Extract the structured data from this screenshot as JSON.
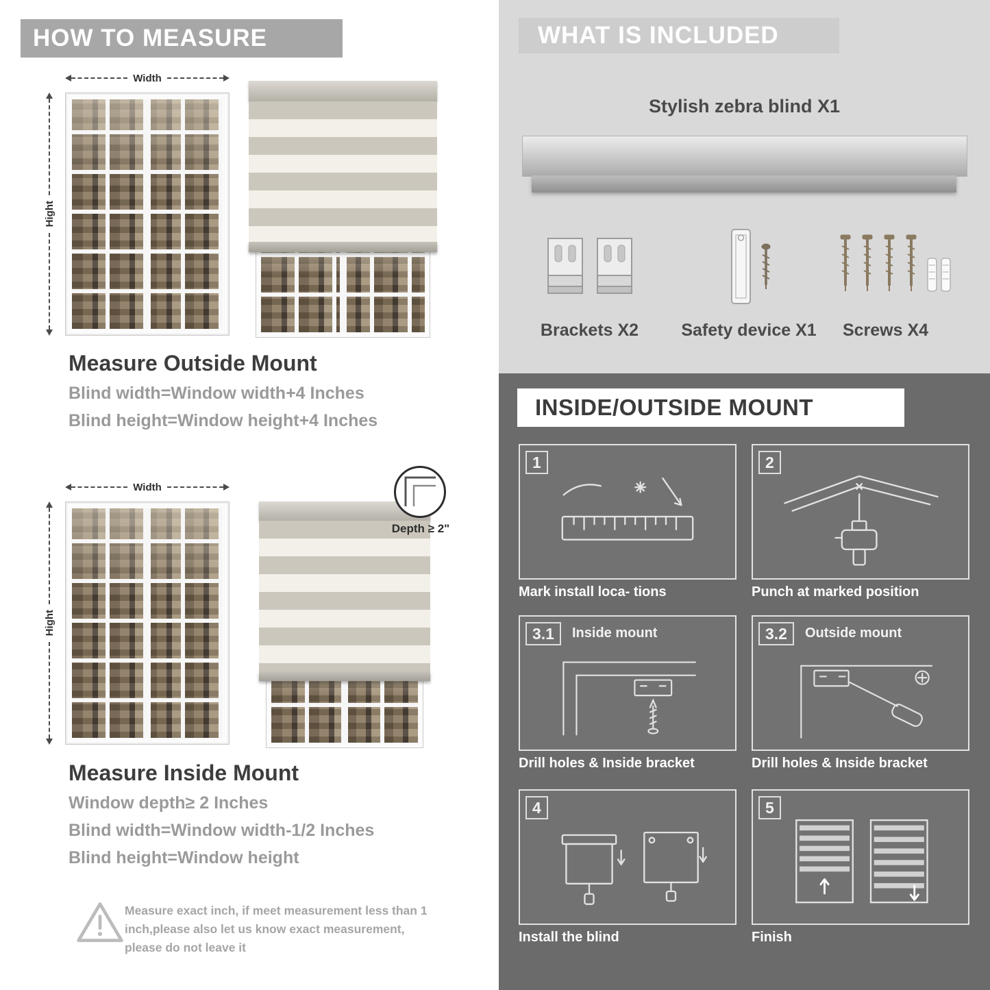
{
  "colors": {
    "left_banner": "#a7a7a7",
    "right_light_bg": "#d9d9d9",
    "right_banner": "#cdcdcd",
    "dark_bg": "#6b6b6b",
    "heading_text": "#3d3d3d",
    "muted_text": "#9a9a9a"
  },
  "left": {
    "header": "HOW TO MEASURE",
    "outside": {
      "width_label": "Width",
      "height_label": "Hight",
      "title": "Measure Outside Mount",
      "line1": "Blind width=Window width+4 Inches",
      "line2": "Blind height=Window height+4 Inches"
    },
    "inside": {
      "width_label": "Width",
      "height_label": "Hight",
      "depth_callout": "Depth ≥ 2\"",
      "title": "Measure Inside Mount",
      "line1": "Window depth≥ 2 Inches",
      "line2": "Blind width=Window width-1/2 Inches",
      "line3": "Blind height=Window height"
    },
    "note": "Measure exact inch, if meet measurement less than 1 inch,please also let us know exact measurement, please do not leave it"
  },
  "included": {
    "header": "WHAT IS INCLUDED",
    "blind_label": "Stylish zebra blind X1",
    "items": [
      {
        "label": "Brackets X2"
      },
      {
        "label": "Safety device X1"
      },
      {
        "label": "Screws X4"
      }
    ]
  },
  "mount": {
    "header": "INSIDE/OUTSIDE MOUNT",
    "steps": [
      {
        "num": "1",
        "caption": "Mark install loca- tions"
      },
      {
        "num": "2",
        "caption": "Punch at  marked position"
      },
      {
        "num": "3.1",
        "title": "Inside mount",
        "caption": "Drill holes &  Inside bracket"
      },
      {
        "num": "3.2",
        "title": "Outside mount",
        "caption": "Drill holes &  Inside bracket"
      },
      {
        "num": "4",
        "caption": "Install the blind"
      },
      {
        "num": "5",
        "caption": "Finish"
      }
    ]
  }
}
